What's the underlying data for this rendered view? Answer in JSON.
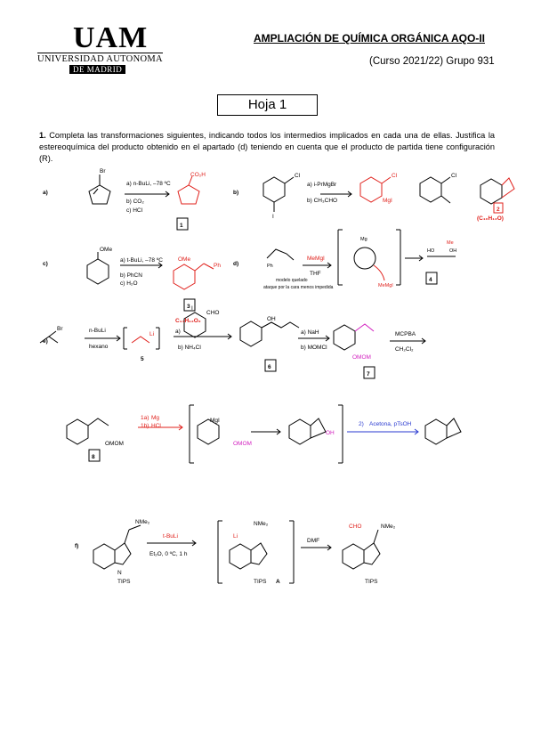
{
  "header": {
    "logo_main": "UAM",
    "logo_line1": "UNIVERSIDAD AUTONOMA",
    "logo_line2": "DE MADRID",
    "course_title": "AMPLIACIÓN DE QUÍMICA ORGÁNICA AQO-II",
    "course_group": "(Curso 2021/22) Grupo 931"
  },
  "sheet_title": "Hoja 1",
  "question": {
    "number": "1.",
    "text": "Completa las transformaciones siguientes, indicando todos los intermedios implicados en cada una de ellas. Justifica la estereoquímica del producto obtenido en el apartado (d) teniendo en cuenta que el producto de partida tiene configuración (R)."
  },
  "schemes": {
    "a": {
      "label": "a)",
      "sm_label": "Br",
      "reagent1": "a) n-BuLi, –78 ºC",
      "reagent2": "b) CO₂",
      "reagent3": "c) HCl",
      "product_label": "CO₂H",
      "box": "1"
    },
    "b": {
      "label": "b)",
      "sm_label": "Cl",
      "sm_label2": "I",
      "reagent1": "a) i-PrMgBr",
      "reagent2": "b) CH₃CHO",
      "inter1": "Cl",
      "inter1b": "MgI",
      "inter2": "Cl",
      "box": "2",
      "formula": "(C₁₀H₁₂O)"
    },
    "c": {
      "label": "c)",
      "sm_label": "OMe",
      "reagent1": "a) t-BuLi, –78 ºC",
      "reagent2": "b) PhCN",
      "reagent3": "c) H₂O",
      "product_label": "OMe",
      "product_label2": "Ph",
      "box": "3",
      "formula": "C₁₄H₁₂O₂"
    },
    "d": {
      "label": "d)",
      "reagent1": "MeMgI",
      "reagent2": "THF",
      "note1": "modelo quelado",
      "note2": "ataque por la cara menos impedida",
      "attack": "MeMgI",
      "mg": "Mg",
      "me": "Me",
      "ph": "Ph",
      "ho": "HO",
      "oh": "OH",
      "box": "4"
    },
    "e": {
      "label": "e)",
      "reagent1": "n-BuLi",
      "reagent2": "hexano",
      "br": "Br",
      "li": "Li",
      "box5": "5",
      "r3a": "a)",
      "r3b": "b) NH₄Cl",
      "cho": "CHO",
      "i": "I",
      "oh": "OH",
      "box6": "6",
      "r4a": "a) NaH",
      "r4b": "b) MOMCl",
      "omom": "OMOM",
      "box7": "7",
      "r5a": "MCPBA",
      "r5b": "CH₂Cl₂"
    },
    "e2": {
      "box8": "8",
      "r1a": "1a)",
      "r1a_reagent": "Mg",
      "r1b": "1b)",
      "r1b_reagent": "HCl",
      "mgi": "MgI",
      "omom": "OMOM",
      "oh": "OH",
      "r2": "2)",
      "r2_reagent": "Acetona, pTsOH"
    },
    "f": {
      "label": "f)",
      "nme2": "NMe₂",
      "tips": "TIPS",
      "n": "N",
      "reagent1": "t-BuLi",
      "reagent2": "Et₂O, 0 ºC, 1 h",
      "li": "Li",
      "inter_label": "A",
      "reagent3": "DMF",
      "cho": "CHO"
    }
  }
}
